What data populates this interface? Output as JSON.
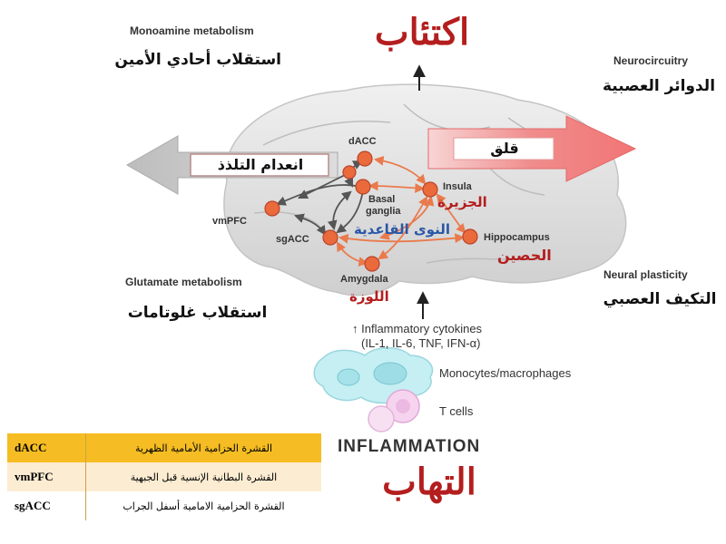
{
  "title_ar": "اكتئاب",
  "bottom_title_ar": "التهاب",
  "inflammation_label": "INFLAMMATION",
  "monoamine": {
    "en": "Monoamine metabolism",
    "ar": "استقلاب أحادي الأمين"
  },
  "neurocircuitry": {
    "en": "Neurocircuitry",
    "ar": "الدوائر العصبية"
  },
  "glutamate": {
    "en": "Glutamate metabolism",
    "ar": "استقلاب غلوتامات"
  },
  "neural_plasticity": {
    "en": "Neural plasticity",
    "ar": "التكيف العصبي"
  },
  "anhedonia_ar": "انعدام التلذذ",
  "anxiety_ar": "قلق",
  "regions": {
    "dacc": "dACC",
    "vmpfc": "vmPFC",
    "sgacc": "sgACC",
    "basal_ganglia_1": "Basal",
    "basal_ganglia_2": "ganglia",
    "insula": "Insula",
    "hippocampus": "Hippocampus",
    "amygdala": "Amygdala"
  },
  "regions_ar": {
    "insula": "الجزيرة",
    "basal_ganglia": "النوى القاعدية",
    "hippocampus": "الحصين",
    "amygdala": "اللوزة"
  },
  "cytokines": {
    "line1": "↑ Inflammatory cytokines",
    "line2": "(IL-1, IL-6, TNF, IFN-α)"
  },
  "monocytes": "Monocytes/macrophages",
  "tcells": "T cells",
  "legend": [
    {
      "abbr": "dACC",
      "ar": "القشرة الحزامية الأمامية الظهرية"
    },
    {
      "abbr": "vmPFC",
      "ar": "القشرة البطانية الإنسية قبل الجبهية"
    },
    {
      "abbr": "sgACC",
      "ar": "القشرة الحزامية الامامية أسفل الجراب"
    }
  ],
  "colors": {
    "accent_red": "#b41e1e",
    "node_orange": "#ea6a3c",
    "legend_gold": "#f5bd23",
    "legend_cream": "#fcecd2",
    "arabic_region_blue": "#2a57a8"
  }
}
